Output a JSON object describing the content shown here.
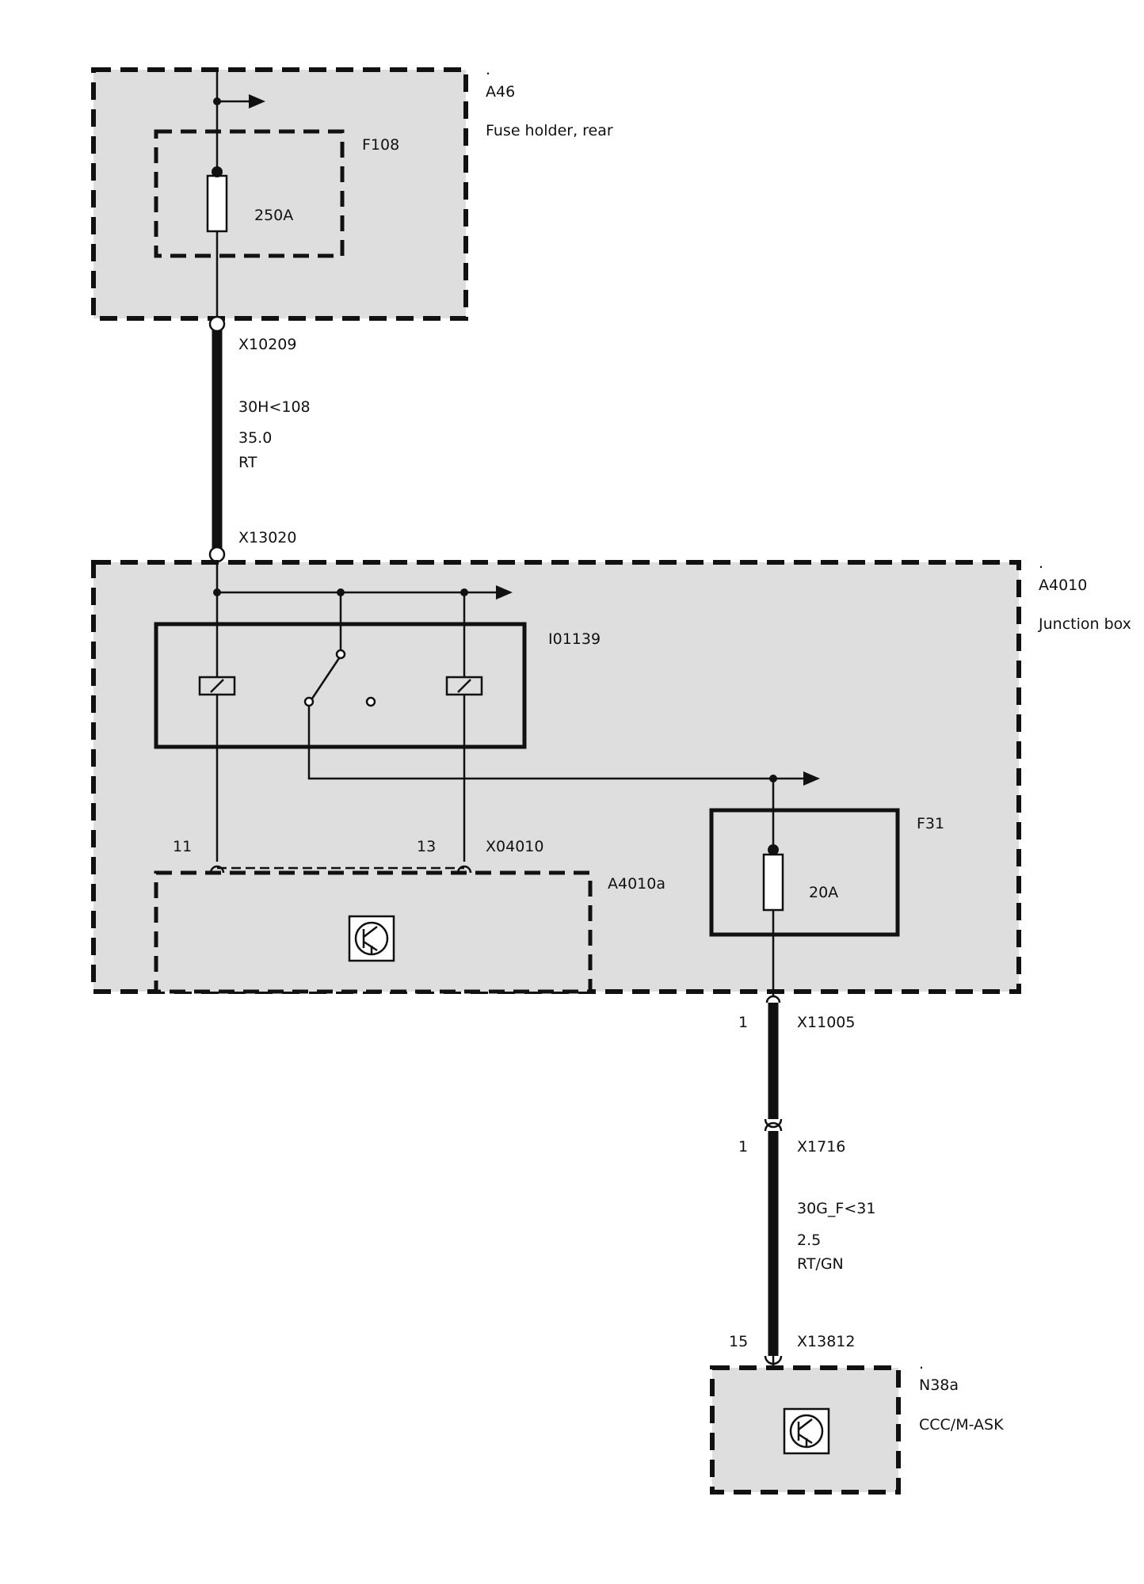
{
  "components": {
    "fuse_holder_rear": {
      "dot": ".",
      "id": "A46",
      "description": "Fuse holder, rear"
    },
    "fuse_f108": {
      "id": "F108",
      "rating": "250A"
    },
    "junction_box": {
      "dot": ".",
      "id": "A4010",
      "description": "Junction box"
    },
    "relay": {
      "id": "I01139"
    },
    "fuse_f31": {
      "id": "F31",
      "rating": "20A"
    },
    "module_a4010a": {
      "id": "A4010a"
    },
    "ccc_module": {
      "dot": ".",
      "id": "N38a",
      "description": "CCC/M-ASK"
    }
  },
  "connectors": {
    "x10209": "X10209",
    "x13020": "X13020",
    "x04010": {
      "id": "X04010",
      "pin_left": "11",
      "pin_right": "13"
    },
    "x11005": {
      "id": "X11005",
      "pin": "1"
    },
    "x1716": {
      "id": "X1716",
      "pin": "1"
    },
    "x13812": {
      "id": "X13812",
      "pin": "15"
    }
  },
  "wires": {
    "upper": {
      "circuit": "30H<108",
      "gauge": "35.0",
      "color": "RT"
    },
    "lower": {
      "circuit": "30G_F<31",
      "gauge": "2.5",
      "color": "RT/GN"
    }
  }
}
